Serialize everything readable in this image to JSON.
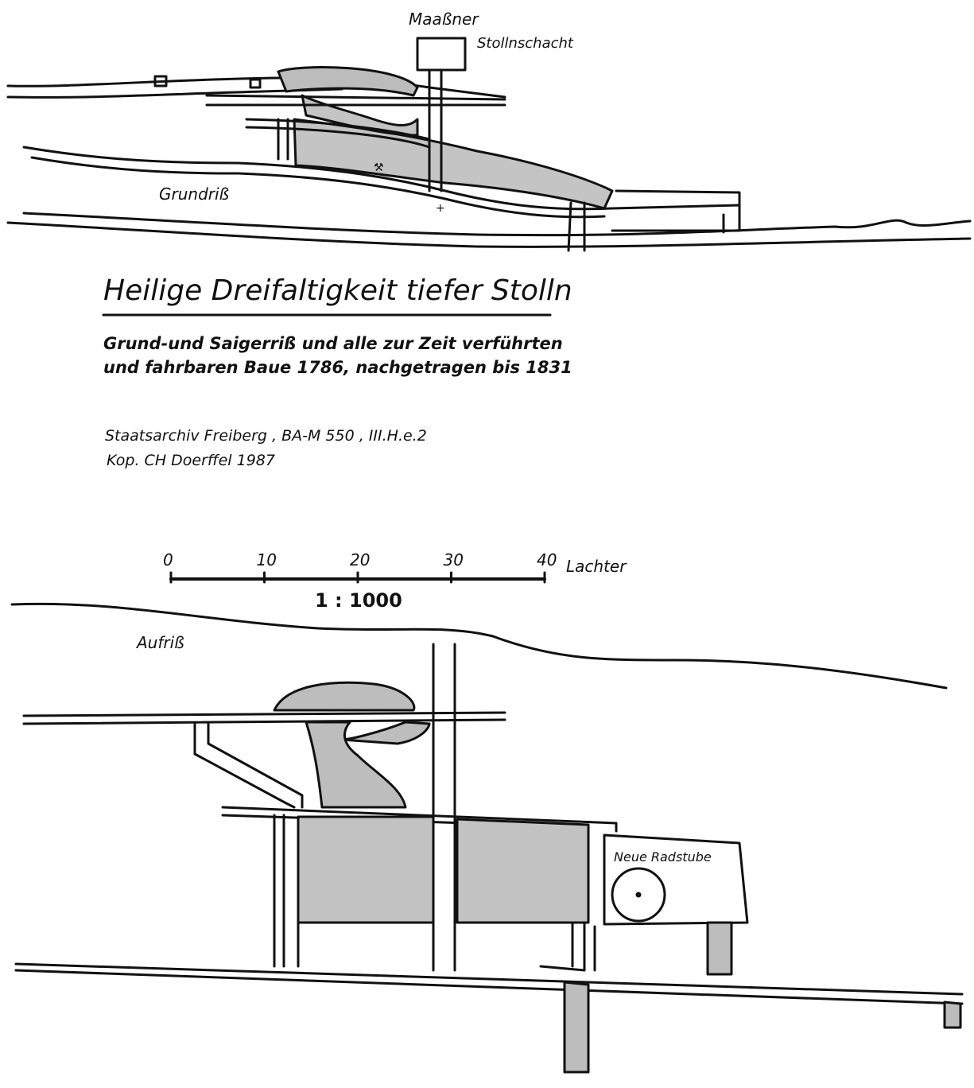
{
  "plan_view": {
    "label": "Grundriß",
    "shaft_label_line1": "Maaßner",
    "shaft_label_line2": "Stollnschacht"
  },
  "title": "Heilige Dreifaltigkeit tiefer Stolln",
  "subtitle_line1": "Grund-und Saigerriß und alle zur Zeit verführten",
  "subtitle_line2": "und fahrbaren Baue 1786, nachgetragen bis 1831",
  "source_line1": "Staatsarchiv Freiberg , BA-M 550 , III.H.e.2",
  "source_line2": "Kop. CH Doerffel 1987",
  "scale_bar": {
    "ticks": [
      "0",
      "10",
      "20",
      "30",
      "40"
    ],
    "tick_values": [
      0,
      10,
      20,
      30,
      40
    ],
    "unit": "Lachter",
    "ratio": "1 : 1000"
  },
  "elevation_view": {
    "label": "Aufriß",
    "wheel_chamber_label": "Neue Radstube"
  },
  "colors": {
    "ink": "#111111",
    "shading": "#b8b8b8",
    "paper": "#ffffff"
  }
}
